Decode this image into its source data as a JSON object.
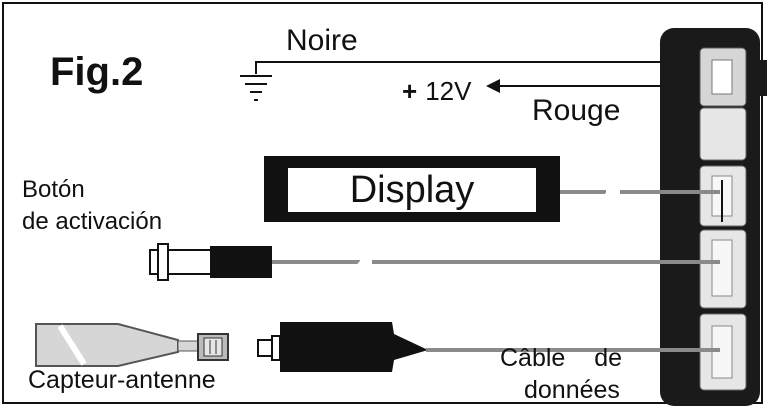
{
  "figure": {
    "title": "Fig.2",
    "wires": {
      "ground_label": "Noire",
      "power_plus": "+",
      "power_voltage": "12V",
      "power_label": "Rouge"
    },
    "display_label": "Display",
    "button_label_line1": "Botón",
    "button_label_line2": "de activación",
    "sensor_label": "Capteur-antenne",
    "cable_label_line1": "Câble de",
    "cable_label_line2": "données"
  },
  "colors": {
    "ink": "#111111",
    "wire_gray": "#8a8a8a",
    "connector_gray": "#d6d6d6",
    "module_body": "#1a1a1a"
  },
  "icons": [
    "ground-symbol-icon",
    "push-button-icon",
    "sensor-antenna-icon",
    "flat-connector-icon",
    "plug-tip-icon"
  ]
}
